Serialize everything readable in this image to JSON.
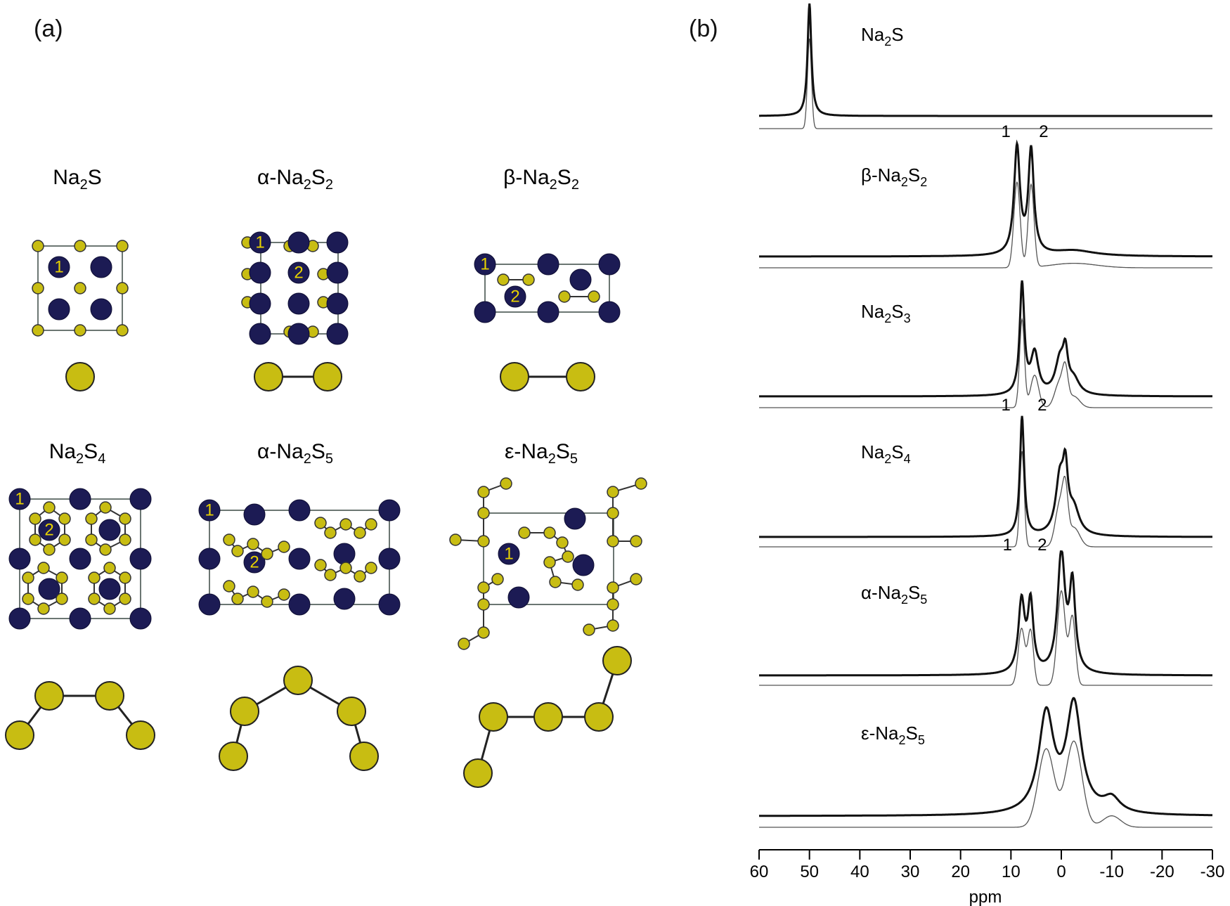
{
  "panel_a": {
    "label": "(a)",
    "structures": [
      {
        "title_main": "Na",
        "title_sub1": "2",
        "title_mid": "S",
        "title_sub2": "",
        "prefix": "",
        "site_labels": [
          "1"
        ]
      },
      {
        "title_main": "Na",
        "title_sub1": "2",
        "title_mid": "S",
        "title_sub2": "2",
        "prefix": "α-",
        "site_labels": [
          "1",
          "2"
        ]
      },
      {
        "title_main": "Na",
        "title_sub1": "2",
        "title_mid": "S",
        "title_sub2": "2",
        "prefix": "β-",
        "site_labels": [
          "1",
          "2"
        ]
      },
      {
        "title_main": "Na",
        "title_sub1": "2",
        "title_mid": "S",
        "title_sub2": "4",
        "prefix": "",
        "site_labels": [
          "1",
          "2"
        ]
      },
      {
        "title_main": "Na",
        "title_sub1": "2",
        "title_mid": "S",
        "title_sub2": "5",
        "prefix": "α-",
        "site_labels": [
          "1",
          "2"
        ]
      },
      {
        "title_main": "Na",
        "title_sub1": "2",
        "title_mid": "S",
        "title_sub2": "5",
        "prefix": "ε-",
        "site_labels": [
          "1"
        ]
      }
    ]
  },
  "panel_b": {
    "label": "(b)",
    "xlabel": "ppm",
    "colors": {
      "experimental": "#111111",
      "simulated": "#555555",
      "na_atom": "#1c1b54",
      "s_atom": "#c8bd12"
    }
  },
  "chart_data": {
    "type": "line",
    "xlabel": "ppm",
    "xlim": [
      60,
      -30
    ],
    "x_ticks": [
      "60",
      "50",
      "40",
      "30",
      "20",
      "10",
      "0",
      "-10",
      "-20",
      "-30"
    ],
    "reversed_x": true,
    "series": [
      {
        "name": "Na2S",
        "label_prefix": "",
        "label_sub2": "",
        "peak_labels": [],
        "peaks": [
          {
            "pos": 50,
            "height": 1.0,
            "width": 0.45
          }
        ]
      },
      {
        "name": "β-Na2S2",
        "label_prefix": "β-",
        "label_sub2": "2",
        "peak_labels": [
          {
            "text": "1",
            "ppm": 11
          },
          {
            "text": "2",
            "ppm": 3.5
          }
        ],
        "peaks": [
          {
            "pos": 8.8,
            "height": 0.95,
            "width": 0.7
          },
          {
            "pos": 6.0,
            "height": 0.92,
            "width": 0.65
          },
          {
            "pos": -2.5,
            "height": 0.05,
            "width": 5
          }
        ]
      },
      {
        "name": "Na2S3",
        "label_prefix": "",
        "label_sub2": "3",
        "peak_labels": [],
        "peaks": [
          {
            "pos": 7.8,
            "height": 0.95,
            "width": 0.55
          },
          {
            "pos": 5.3,
            "height": 0.35,
            "width": 0.9
          },
          {
            "pos": 0.3,
            "height": 0.28,
            "width": 1.1
          },
          {
            "pos": -0.8,
            "height": 0.3,
            "width": 0.6
          },
          {
            "pos": -2.5,
            "height": 0.12,
            "width": 1.3
          }
        ]
      },
      {
        "name": "Na2S4",
        "label_prefix": "",
        "label_sub2": "4",
        "peak_labels": [
          {
            "text": "1",
            "ppm": 11
          },
          {
            "text": "2",
            "ppm": 3.8
          }
        ],
        "peaks": [
          {
            "pos": 7.8,
            "height": 1.0,
            "width": 0.5
          },
          {
            "pos": 0.3,
            "height": 0.45,
            "width": 1.0
          },
          {
            "pos": -0.8,
            "height": 0.45,
            "width": 0.6
          },
          {
            "pos": -2.5,
            "height": 0.2,
            "width": 1.3
          }
        ]
      },
      {
        "name": "α-Na2S5",
        "label_prefix": "α-",
        "label_sub2": "5",
        "peak_labels": [
          {
            "text": "1",
            "ppm": 10.7
          },
          {
            "text": "2",
            "ppm": 3.8
          }
        ],
        "peaks": [
          {
            "pos": 7.9,
            "height": 0.6,
            "width": 0.75
          },
          {
            "pos": 6.1,
            "height": 0.58,
            "width": 0.65
          },
          {
            "pos": 0.0,
            "height": 1.0,
            "width": 0.9
          },
          {
            "pos": -2.2,
            "height": 0.72,
            "width": 0.7
          }
        ]
      },
      {
        "name": "ε-Na2S5",
        "label_prefix": "ε-",
        "label_sub2": "5",
        "peak_labels": [],
        "peaks": [
          {
            "pos": 3.0,
            "height": 0.82,
            "width": 1.8
          },
          {
            "pos": -2.5,
            "height": 0.9,
            "width": 1.8
          },
          {
            "pos": -10.0,
            "height": 0.12,
            "width": 2.0
          }
        ]
      }
    ]
  }
}
